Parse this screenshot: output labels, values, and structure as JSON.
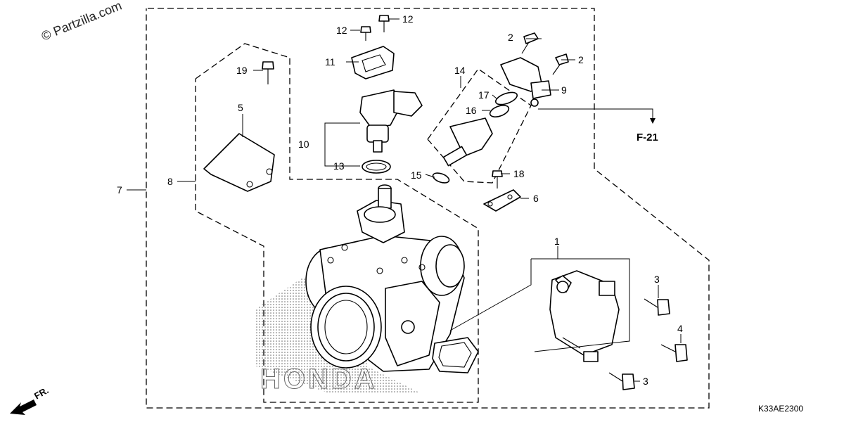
{
  "watermark": "© Partzilla.com",
  "diagram_code": "K33AE2300",
  "ref_label": "F-21",
  "direction_label": "FR.",
  "brand_watermark": "HONDA",
  "callouts": {
    "c1": "1",
    "c2a": "2",
    "c2b": "2",
    "c3a": "3",
    "c3b": "3",
    "c4": "4",
    "c5": "5",
    "c6": "6",
    "c7": "7",
    "c8": "8",
    "c9": "9",
    "c10": "10",
    "c11": "11",
    "c12a": "12",
    "c12b": "12",
    "c13": "13",
    "c14": "14",
    "c15": "15",
    "c16": "16",
    "c17": "17",
    "c18": "18",
    "c19": "19"
  },
  "icons": {
    "throttle_body": "throttle-body-icon",
    "sensor": "sensor-icon",
    "injector": "injector-icon",
    "bolt": "bolt-icon",
    "front_arrow": "front-arrow-icon"
  }
}
